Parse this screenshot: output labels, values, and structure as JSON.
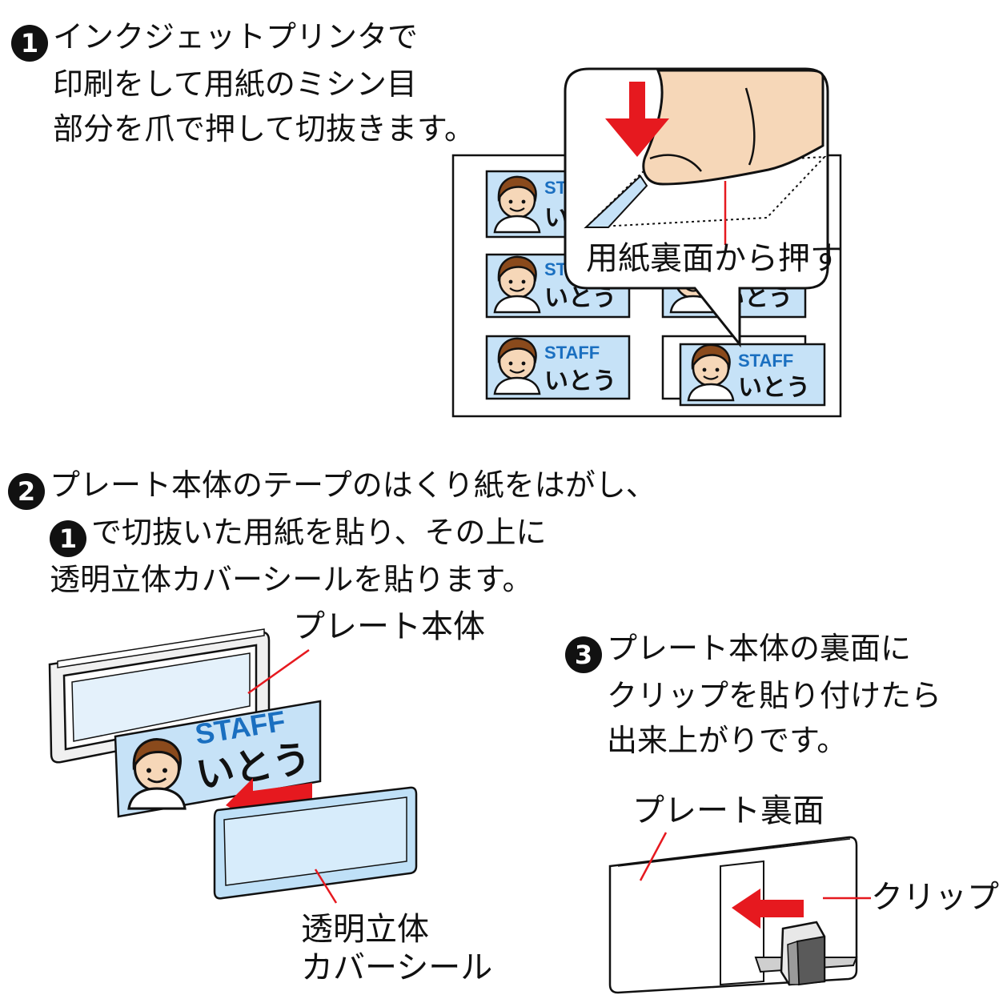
{
  "step1": {
    "number": "1",
    "lines": [
      "インクジェットプリンタで",
      "印刷をして用紙のミシン目",
      "部分を爪で押して切抜きます。"
    ],
    "callout": "用紙裏面から押す"
  },
  "step2": {
    "number": "2",
    "line1": "プレート本体のテープのはくり紙をはがし、",
    "inline_number": "1",
    "line2": "で切抜いた用紙を貼り、その上に",
    "line3": "透明立体カバーシールを貼ります。",
    "label_plate": "プレート本体",
    "label_cover_1": "透明立体",
    "label_cover_2": "カバーシール"
  },
  "step3": {
    "number": "3",
    "lines": [
      "プレート本体の裏面に",
      "クリップを貼り付けたら",
      "出来上がりです。"
    ],
    "label_back": "プレート裏面",
    "label_clip": "クリップ"
  },
  "card": {
    "role": "STAFF",
    "name": "いとう"
  },
  "colors": {
    "card_blue": "#c6e2f7",
    "staff_text": "#1a6fc0",
    "arrow_red": "#e6191f",
    "skin": "#f6d7b8",
    "hair": "#8a4a1c"
  }
}
